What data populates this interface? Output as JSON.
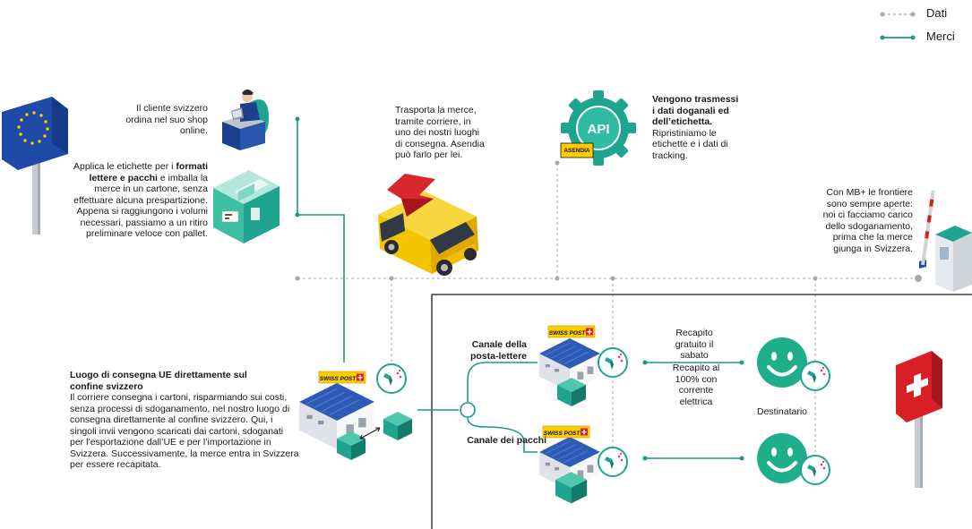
{
  "legend": {
    "data_label": "Dati",
    "goods_label": "Merci"
  },
  "colors": {
    "goods_line": "#1a9a8a",
    "data_line": "#a8a8a8",
    "teal": "#1fa58f",
    "teal_dark": "#127b6a",
    "smiley": "#1fae8c",
    "eu_blue": "#1f4aa8",
    "swiss_red": "#d91f26",
    "van_yellow": "#f4c400",
    "arrow_red": "#d9272e",
    "post_yellow": "#ffcc00",
    "warehouse_roof": "#2d5bb5"
  },
  "texts": {
    "customer": "Il cliente svizzero ordina nel suo shop online.",
    "labels_pre": "Applica le etichette per i",
    "labels_bold": "formati lettere e pacchi",
    "labels_post": "e imballa la merce in un cartone, senza effettuare alcuna prespartizione. Appena si raggiungono i volumi necessari, passiamo a un ritiro preliminare veloce con pallet.",
    "transport": "Trasporta la merce, tramite corriere, in uno dei nostri luoghi di consegna. Asendia può farlo per lei.",
    "api_bold": "Vengono trasmessi i dati doganali ed dell’etichetta.",
    "api_rest": "Ripristiniamo le etichette e i dati di tracking.",
    "mbplus": "Con MB+ le frontiere sono sempre aperte: noi ci facciamo carico dello sdoganamento, prima che la merce giunga in Svizzera.",
    "depot_title": "Luogo di consegna UE direttamente sul confine svizzero",
    "depot_body": "Il corriere consegna i cartoni, risparmiando sui costi, senza processi di sdoganamento, nel nostro luogo di consegna direttamente al confine svizzero. Qui, i singoli invii vengono scaricati dai cartoni, sdoganati per l’esportazione dall’UE e per l’importazione in Svizzera. Successivamente, la merce entra in Svizzera per essere recapitata.",
    "letters_channel": "Canale della posta-lettere",
    "parcels_channel": "Canale dei pacchi",
    "saturday": "Recapito gratuito il sabato",
    "electric": "Recapito al 100% con corrente elettrica",
    "recipient": "Destinatario",
    "swisspost_sign": "SWISS POST",
    "asendia_sign": "ASENDIA",
    "api_label": "API"
  },
  "icons": [
    "eu-flag-icon",
    "customer-laptop-icon",
    "packing-box-icon",
    "delivery-van-icon",
    "api-gear-icon",
    "border-barrier-icon",
    "depot-warehouse-icon",
    "scanner-icon",
    "letters-warehouse-icon",
    "parcels-warehouse-icon",
    "smiley-icon",
    "swiss-flag-icon"
  ]
}
